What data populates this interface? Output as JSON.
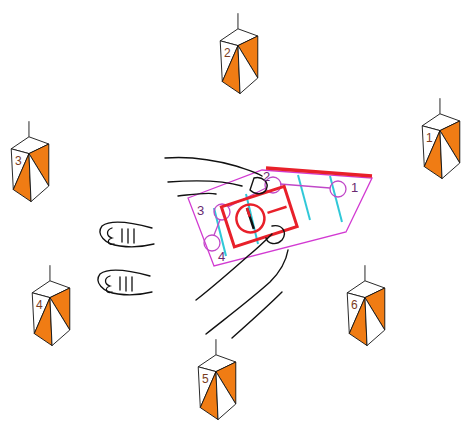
{
  "diagram": {
    "nodes": [
      {
        "text": [
          "2"
        ]
      },
      {
        "text": [
          "1"
        ]
      },
      {
        "text": [
          "3"
        ]
      },
      {
        "text": [
          "4"
        ]
      },
      {
        "text": [
          "6"
        ]
      },
      {
        "text": [
          "5"
        ]
      }
    ],
    "labels": [
      "2",
      "3",
      "1",
      "4"
    ]
  }
}
